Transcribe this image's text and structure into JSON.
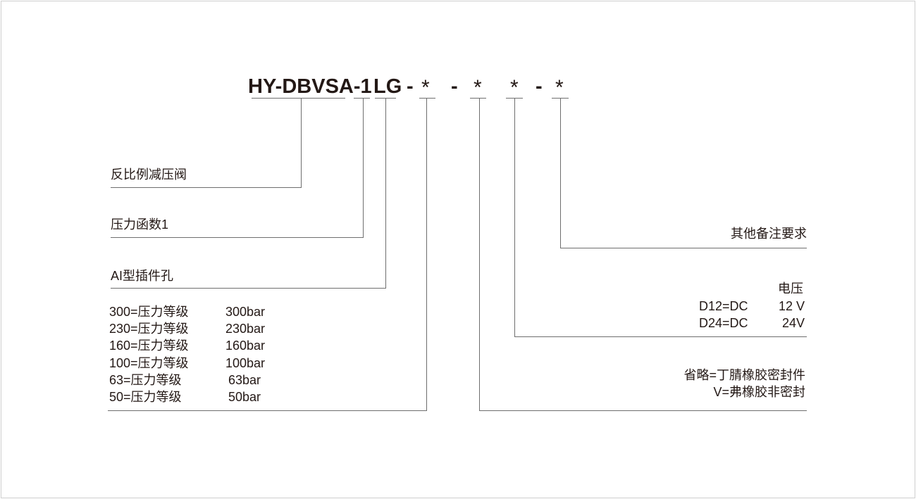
{
  "model_code": {
    "base": "HY-DBVSA-1",
    "port": "LG",
    "dash": "-",
    "star": "*"
  },
  "labels": {
    "valve_type": "反比例减压阀",
    "pressure_function": "压力函数1",
    "cartridge_cavity": "AI型插件孔",
    "remarks": "其他备注要求",
    "voltage_title": "电压",
    "voltage_options": [
      {
        "code": "D12=DC",
        "value": "12 V"
      },
      {
        "code": "D24=DC",
        "value": "24V"
      }
    ],
    "seal_options": [
      "省略=丁腈橡胶密封件",
      "V=弗橡胶非密封"
    ],
    "pressure_levels": [
      {
        "code": "300=压力等级",
        "value": "300bar"
      },
      {
        "code": "230=压力等级",
        "value": "230bar"
      },
      {
        "code": "160=压力等级",
        "value": "160bar"
      },
      {
        "code": "100=压力等级",
        "value": "100bar"
      },
      {
        "code": "63=压力等级",
        "value": "63bar"
      },
      {
        "code": "50=压力等级",
        "value": "50bar"
      }
    ]
  }
}
